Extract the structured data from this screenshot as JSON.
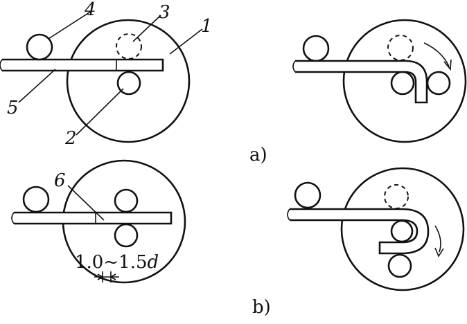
{
  "callouts": {
    "n1": "1",
    "n2": "2",
    "n3": "3",
    "n4": "4",
    "n5": "5",
    "n6": "6"
  },
  "captions": {
    "a": "a)",
    "b": "b)"
  },
  "dimension": {
    "left": "1.0",
    "tilde": "~",
    "right": "1.5",
    "symbol": "d"
  },
  "colors": {
    "ink": "#111111",
    "paper": "#ffffff"
  }
}
